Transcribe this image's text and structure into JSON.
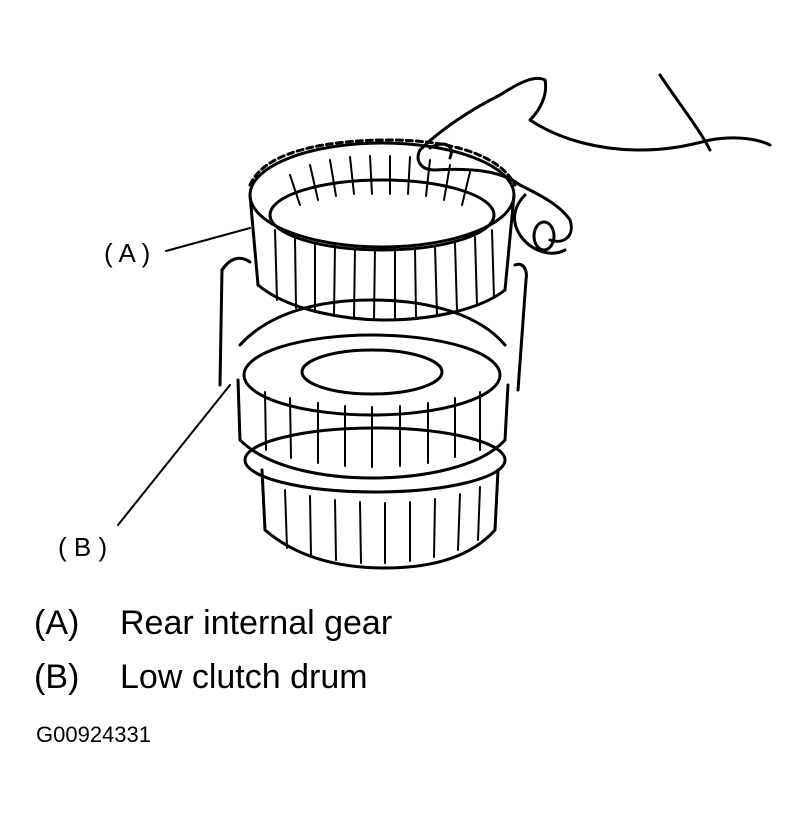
{
  "callouts": {
    "a": "( A )",
    "b": "( B )"
  },
  "legend": [
    {
      "key": "(A)",
      "label": "Rear internal gear"
    },
    {
      "key": "(B)",
      "label": "Low clutch drum"
    }
  ],
  "figure_id": "G00924331"
}
